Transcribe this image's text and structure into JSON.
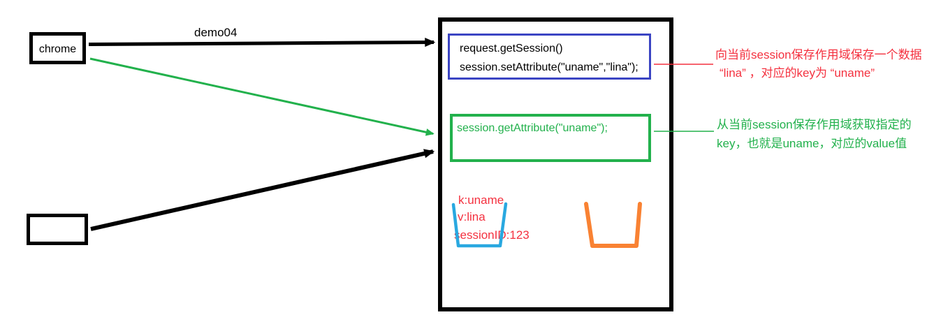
{
  "colors": {
    "ink": "#000000",
    "blue": "#3b44c3",
    "green": "#22b14c",
    "red": "#f4313f",
    "cup_blue": "#29a8e0",
    "cup_orange": "#f98233"
  },
  "clients": {
    "top_label": "chrome",
    "bottom_label": ""
  },
  "request_label": "demo04",
  "server": {
    "set_block": {
      "line1": "request.getSession()",
      "line2": "session.setAttribute(\"uname\",\"lina\");"
    },
    "get_block": {
      "line1": "session.getAttribute(\"uname\");"
    },
    "session_store": {
      "entries": [
        "k:uname",
        "v:lina",
        "sessionID:123"
      ]
    }
  },
  "annotations": {
    "set_note": {
      "line1": "向当前session保存作用域保存一个数据",
      "line2": "“lina” ，对应的key为 “uname”"
    },
    "get_note": {
      "line1": "从当前session保存作用域获取指定的",
      "line2": "key，也就是uname，对应的value值"
    }
  }
}
